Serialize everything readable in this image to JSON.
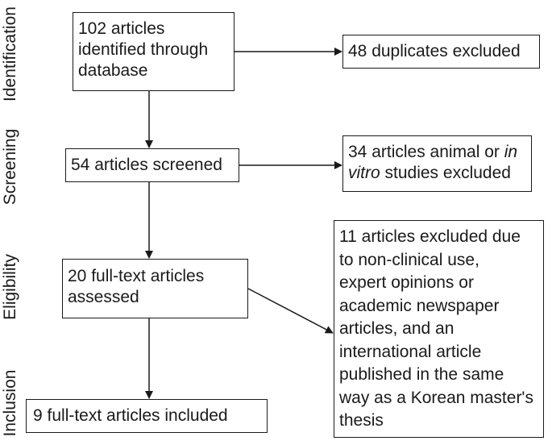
{
  "stages": {
    "identification": "Identification",
    "screening": "Screening",
    "eligibility": "Eligibility",
    "inclusion": "Inclusion"
  },
  "boxes": {
    "identified": [
      "102 articles",
      "identified through",
      "database"
    ],
    "duplicates": "48 duplicates excluded",
    "screened": "54 articles screened",
    "animal_excluded": {
      "line1_a": "34 articles animal or ",
      "line1_b_italic": "in",
      "line2_a_italic": "vitro",
      "line2_b": " studies excluded"
    },
    "assessed": [
      "20 full-text articles",
      "assessed"
    ],
    "excluded_reasons": [
      "11 articles excluded due",
      "to non-clinical use,",
      "expert opinions or",
      "academic newspaper",
      "articles, and an",
      "international article",
      "published in the same",
      "way as a Korean master's",
      "thesis"
    ],
    "included": "9 full-text articles included"
  }
}
